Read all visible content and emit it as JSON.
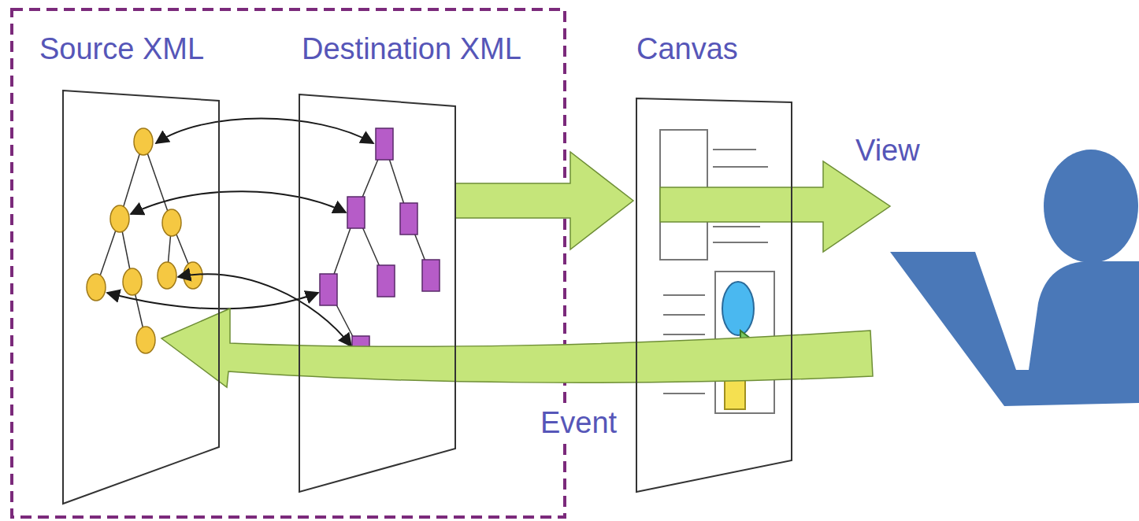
{
  "diagram": {
    "nodes": [
      {
        "text": [
          "Source XML"
        ]
      },
      {
        "text": [
          "Destination XML"
        ]
      },
      {
        "text": [
          "Canvas"
        ]
      }
    ],
    "edges": [
      {
        "from": 1,
        "to": 2,
        "arrow": "to"
      }
    ],
    "labels": [
      "View",
      "Event"
    ]
  }
}
